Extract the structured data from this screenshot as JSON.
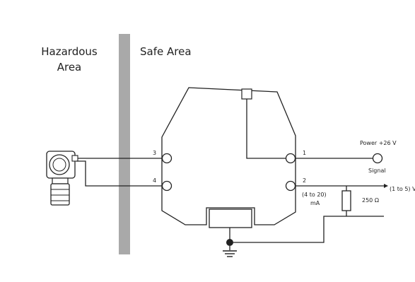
{
  "zones": {
    "hazardous_line1": "Hazardous",
    "hazardous_line2": "Area",
    "safe": "Safe Area"
  },
  "terminals": {
    "t1": "1",
    "t2": "2",
    "t3": "3",
    "t4": "4"
  },
  "labels": {
    "power": "Power +26 V",
    "signal": "Signal",
    "voltage": "(1 to 5) V",
    "current_line1": "(4 to 20)",
    "current_line2": "mA",
    "resistor": "250 Ω"
  }
}
